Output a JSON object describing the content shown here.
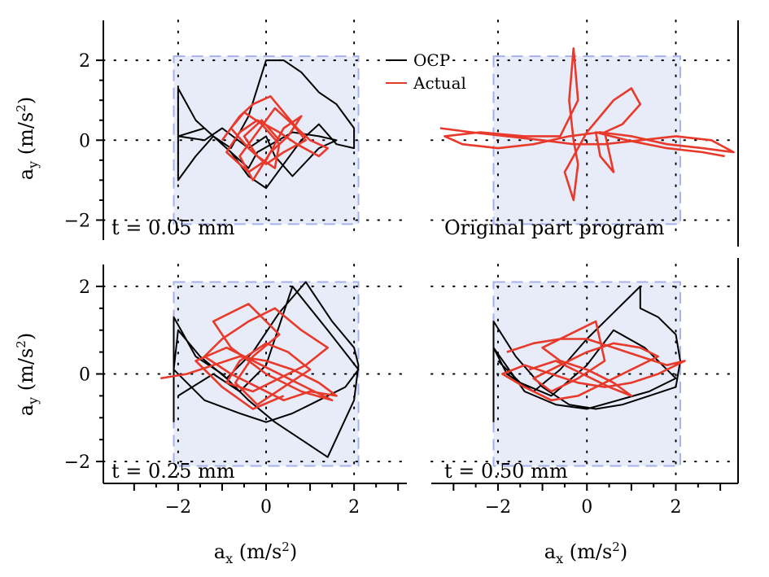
{
  "chart_data": {
    "type": "line",
    "legend": {
      "placement": "top-center",
      "entries": [
        {
          "label": "OCP",
          "color": "#000000"
        },
        {
          "label": "Actual",
          "color": "#e8392a"
        }
      ]
    },
    "axes": {
      "x": {
        "label_base": "a",
        "label_sub": "x",
        "label_unit": " (m/s",
        "label_sup": "2",
        "label_close": ")",
        "ticks": [
          "−2",
          "0",
          "2"
        ]
      },
      "y": {
        "label_base": "a",
        "label_sub": "y",
        "label_unit": " (m/s",
        "label_sup": "2",
        "label_close": ")",
        "ticks": [
          "−2",
          "0",
          "2"
        ]
      }
    },
    "limit_box": {
      "xmin": -2.1,
      "xmax": 2.1,
      "ymin": -2.1,
      "ymax": 2.1,
      "fill": "#e8ebf8",
      "edge": "#a6b2ea"
    },
    "grid": true,
    "panels": [
      {
        "id": "top-left",
        "note": "t = 0.05 mm",
        "xlim": [
          -3.7,
          3.2
        ],
        "ylim": [
          -2.5,
          3.0
        ],
        "show_y_axis": true,
        "show_x_axis": false,
        "series": [
          {
            "name": "OCP",
            "color": "#000000",
            "x": [
              -2.0,
              -2.0,
              -1.6,
              -1.2,
              -0.8,
              -0.4,
              0.0,
              0.4,
              0.8,
              1.2,
              1.6,
              2.0,
              2.0,
              1.6,
              1.2,
              0.8,
              0.4,
              0.0,
              -0.4,
              -0.8,
              -1.2,
              -1.6,
              -2.0,
              -2.0,
              -1.4,
              -1.0,
              -0.4,
              -0.2,
              0.6,
              1.2,
              1.6,
              1.2,
              0.6,
              0.2,
              0.0,
              -0.4,
              -1.0,
              -1.4,
              -2.0
            ],
            "y": [
              -1.0,
              1.3,
              0.5,
              0.1,
              -0.2,
              0.6,
              2.0,
              2.0,
              1.7,
              1.2,
              0.9,
              0.3,
              -0.2,
              -0.1,
              0.4,
              0.0,
              -0.6,
              -1.2,
              -0.9,
              -0.3,
              0.1,
              -0.4,
              -1.0,
              0.1,
              0.3,
              -0.1,
              -0.7,
              -0.3,
              0.2,
              0.1,
              0.0,
              -0.2,
              -0.9,
              -0.4,
              0.1,
              -0.2,
              0.3,
              0.0,
              0.1
            ]
          },
          {
            "name": "Actual",
            "color": "#e8392a",
            "x": [
              -1.0,
              -0.6,
              -0.3,
              0.1,
              0.4,
              0.7,
              1.0,
              1.4,
              1.2,
              0.7,
              0.3,
              -0.2,
              -0.6,
              -0.9,
              -0.4,
              0.0,
              0.4,
              0.8,
              0.5,
              0.1,
              -0.3,
              -0.6,
              -0.2,
              0.2,
              0.6,
              0.9,
              0.4,
              0.0,
              -0.4,
              -0.8,
              -0.5,
              -0.1,
              0.3,
              0.2,
              -0.2,
              -0.5,
              -0.1,
              0.3
            ],
            "y": [
              0.0,
              0.6,
              0.9,
              1.1,
              0.7,
              0.3,
              0.0,
              -0.2,
              -0.4,
              -0.1,
              0.2,
              0.5,
              0.2,
              -0.3,
              -0.8,
              -0.5,
              0.3,
              0.6,
              0.1,
              -0.3,
              -1.0,
              -0.4,
              0.2,
              0.8,
              0.4,
              0.0,
              -0.3,
              -0.6,
              -0.2,
              0.3,
              0.7,
              0.4,
              -0.1,
              -0.7,
              -0.4,
              0.1,
              0.5,
              0.0
            ]
          }
        ]
      },
      {
        "id": "top-right",
        "note": "Original part program",
        "xlim": [
          -3.5,
          3.4
        ],
        "ylim": [
          -2.5,
          3.0
        ],
        "show_y_axis": false,
        "show_x_axis": false,
        "series": [
          {
            "name": "Actual",
            "color": "#e8392a",
            "x": [
              -3.3,
              -2.6,
              -1.8,
              -1.0,
              -0.3,
              0.4,
              1.2,
              2.0,
              2.8,
              3.3,
              2.6,
              1.8,
              1.0,
              0.3,
              -0.4,
              -1.2,
              -2.0,
              -2.8,
              -3.2,
              -2.4,
              -1.4,
              -0.6,
              -0.2,
              -0.3,
              -0.4,
              -0.3,
              -0.2,
              -0.3,
              -0.5,
              0.0,
              0.6,
              1.0,
              1.2,
              0.8,
              0.4,
              0.6,
              0.3,
              0.2,
              0.9,
              1.8,
              2.6,
              3.1
            ],
            "y": [
              0.3,
              0.2,
              0.1,
              0.0,
              -0.1,
              -0.1,
              0.0,
              0.1,
              0.0,
              -0.3,
              -0.2,
              -0.1,
              0.1,
              0.2,
              0.1,
              -0.1,
              -0.2,
              -0.1,
              0.1,
              0.2,
              0.1,
              0.1,
              1.0,
              2.3,
              1.0,
              0.0,
              -0.6,
              -1.5,
              -0.8,
              0.2,
              1.0,
              1.3,
              0.9,
              0.4,
              0.2,
              -0.8,
              -0.4,
              0.2,
              0.0,
              -0.2,
              -0.3,
              -0.4
            ]
          }
        ]
      },
      {
        "id": "bottom-left",
        "note": "t = 0.25 mm",
        "xlim": [
          -3.7,
          3.2
        ],
        "ylim": [
          -2.5,
          2.5
        ],
        "show_y_axis": true,
        "show_x_axis": true,
        "series": [
          {
            "name": "OCP",
            "color": "#000000",
            "x": [
              -2.1,
              -2.1,
              -1.6,
              -1.0,
              -0.4,
              0.2,
              0.8,
              1.4,
              2.0,
              2.1,
              2.0,
              1.5,
              0.9,
              0.3,
              -0.3,
              -0.9,
              -1.5,
              -2.0,
              -2.1,
              -1.4,
              -0.6,
              0.0,
              0.6,
              1.2,
              1.8,
              2.1,
              1.4,
              0.6,
              0.0,
              -0.6,
              -1.2,
              -2.0
            ],
            "y": [
              -1.1,
              1.3,
              0.4,
              0.0,
              -0.6,
              -1.1,
              -1.5,
              -1.9,
              -0.6,
              0.2,
              0.6,
              1.2,
              2.1,
              1.4,
              0.5,
              -0.1,
              0.4,
              1.0,
              0.1,
              -0.6,
              -0.9,
              -1.1,
              -0.9,
              -0.6,
              -0.3,
              0.1,
              1.0,
              2.0,
              0.2,
              -0.4,
              0.0,
              -0.5
            ]
          },
          {
            "name": "Actual",
            "color": "#e8392a",
            "x": [
              -2.4,
              -1.8,
              -1.2,
              -0.6,
              0.0,
              0.6,
              1.2,
              1.6,
              1.0,
              0.4,
              -0.2,
              -0.8,
              -1.4,
              -1.0,
              -0.4,
              0.2,
              0.8,
              1.4,
              0.9,
              0.3,
              -0.3,
              -0.9,
              -0.6,
              0.0,
              0.5,
              1.0,
              0.4,
              -0.2,
              -0.7,
              -0.3,
              0.3,
              -0.4,
              -1.2,
              -0.8,
              0.0,
              0.8,
              1.5,
              0.7,
              -0.1,
              -0.9,
              -1.6,
              -1.0,
              -0.3,
              0.4
            ],
            "y": [
              -0.1,
              0.0,
              0.2,
              0.4,
              0.3,
              0.1,
              -0.2,
              -0.5,
              -0.4,
              -0.6,
              -0.3,
              0.0,
              0.4,
              0.8,
              1.2,
              1.5,
              1.0,
              0.6,
              0.2,
              -0.1,
              -0.4,
              -0.2,
              0.3,
              0.7,
              0.5,
              0.1,
              -0.3,
              -0.7,
              -0.2,
              0.4,
              0.9,
              1.6,
              1.2,
              0.6,
              0.0,
              -0.4,
              -0.6,
              -0.2,
              0.2,
              0.6,
              0.3,
              -0.3,
              -0.8,
              -0.5
            ]
          }
        ]
      },
      {
        "id": "bottom-right",
        "note": "t = 0.50 mm",
        "xlim": [
          -3.5,
          3.4
        ],
        "ylim": [
          -2.5,
          2.5
        ],
        "show_y_axis": false,
        "show_x_axis": true,
        "series": [
          {
            "name": "OCP",
            "color": "#000000",
            "x": [
              -2.1,
              -2.1,
              -1.6,
              -1.0,
              -0.4,
              0.2,
              0.8,
              1.4,
              2.0,
              2.1,
              2.0,
              1.6,
              1.2,
              1.2,
              0.6,
              0.0,
              -0.6,
              -1.2,
              -1.8,
              -2.1,
              -1.4,
              -0.7,
              0.0,
              0.7,
              1.4,
              2.0,
              1.3,
              0.6,
              0.0,
              -0.8,
              -1.5,
              -2.0
            ],
            "y": [
              -1.1,
              1.2,
              0.4,
              -0.3,
              -0.7,
              -0.8,
              -0.7,
              -0.5,
              -0.3,
              0.3,
              0.9,
              1.3,
              1.5,
              2.0,
              1.4,
              0.8,
              0.1,
              -0.4,
              0.0,
              0.6,
              -0.4,
              -0.7,
              -0.8,
              -0.6,
              -0.4,
              -0.1,
              0.6,
              1.0,
              0.2,
              -0.5,
              -0.2,
              0.3
            ]
          },
          {
            "name": "Actual",
            "color": "#e8392a",
            "x": [
              -1.8,
              -1.2,
              -0.6,
              0.0,
              0.6,
              1.2,
              1.8,
              2.2,
              1.6,
              1.0,
              0.4,
              -0.2,
              -0.8,
              -1.4,
              -1.9,
              -1.4,
              -0.8,
              -0.2,
              0.4,
              1.0,
              1.6,
              1.2,
              0.6,
              0.0,
              -0.6,
              -1.2,
              -0.8,
              -0.2,
              0.4,
              0.2,
              -0.4,
              -1.0,
              -0.6,
              0.0,
              0.6,
              1.0,
              0.5,
              -0.1,
              -0.7,
              -1.3
            ],
            "y": [
              0.5,
              0.7,
              0.8,
              0.8,
              0.6,
              0.4,
              0.2,
              0.3,
              0.0,
              -0.2,
              -0.3,
              -0.2,
              0.0,
              0.2,
              0.0,
              -0.3,
              -0.6,
              -0.5,
              -0.2,
              0.1,
              0.4,
              0.6,
              0.7,
              0.5,
              0.2,
              -0.1,
              -0.4,
              -0.1,
              0.3,
              1.2,
              0.9,
              0.6,
              0.3,
              0.1,
              -0.2,
              -0.5,
              -0.3,
              0.0,
              0.3,
              0.1
            ]
          }
        ]
      }
    ]
  }
}
